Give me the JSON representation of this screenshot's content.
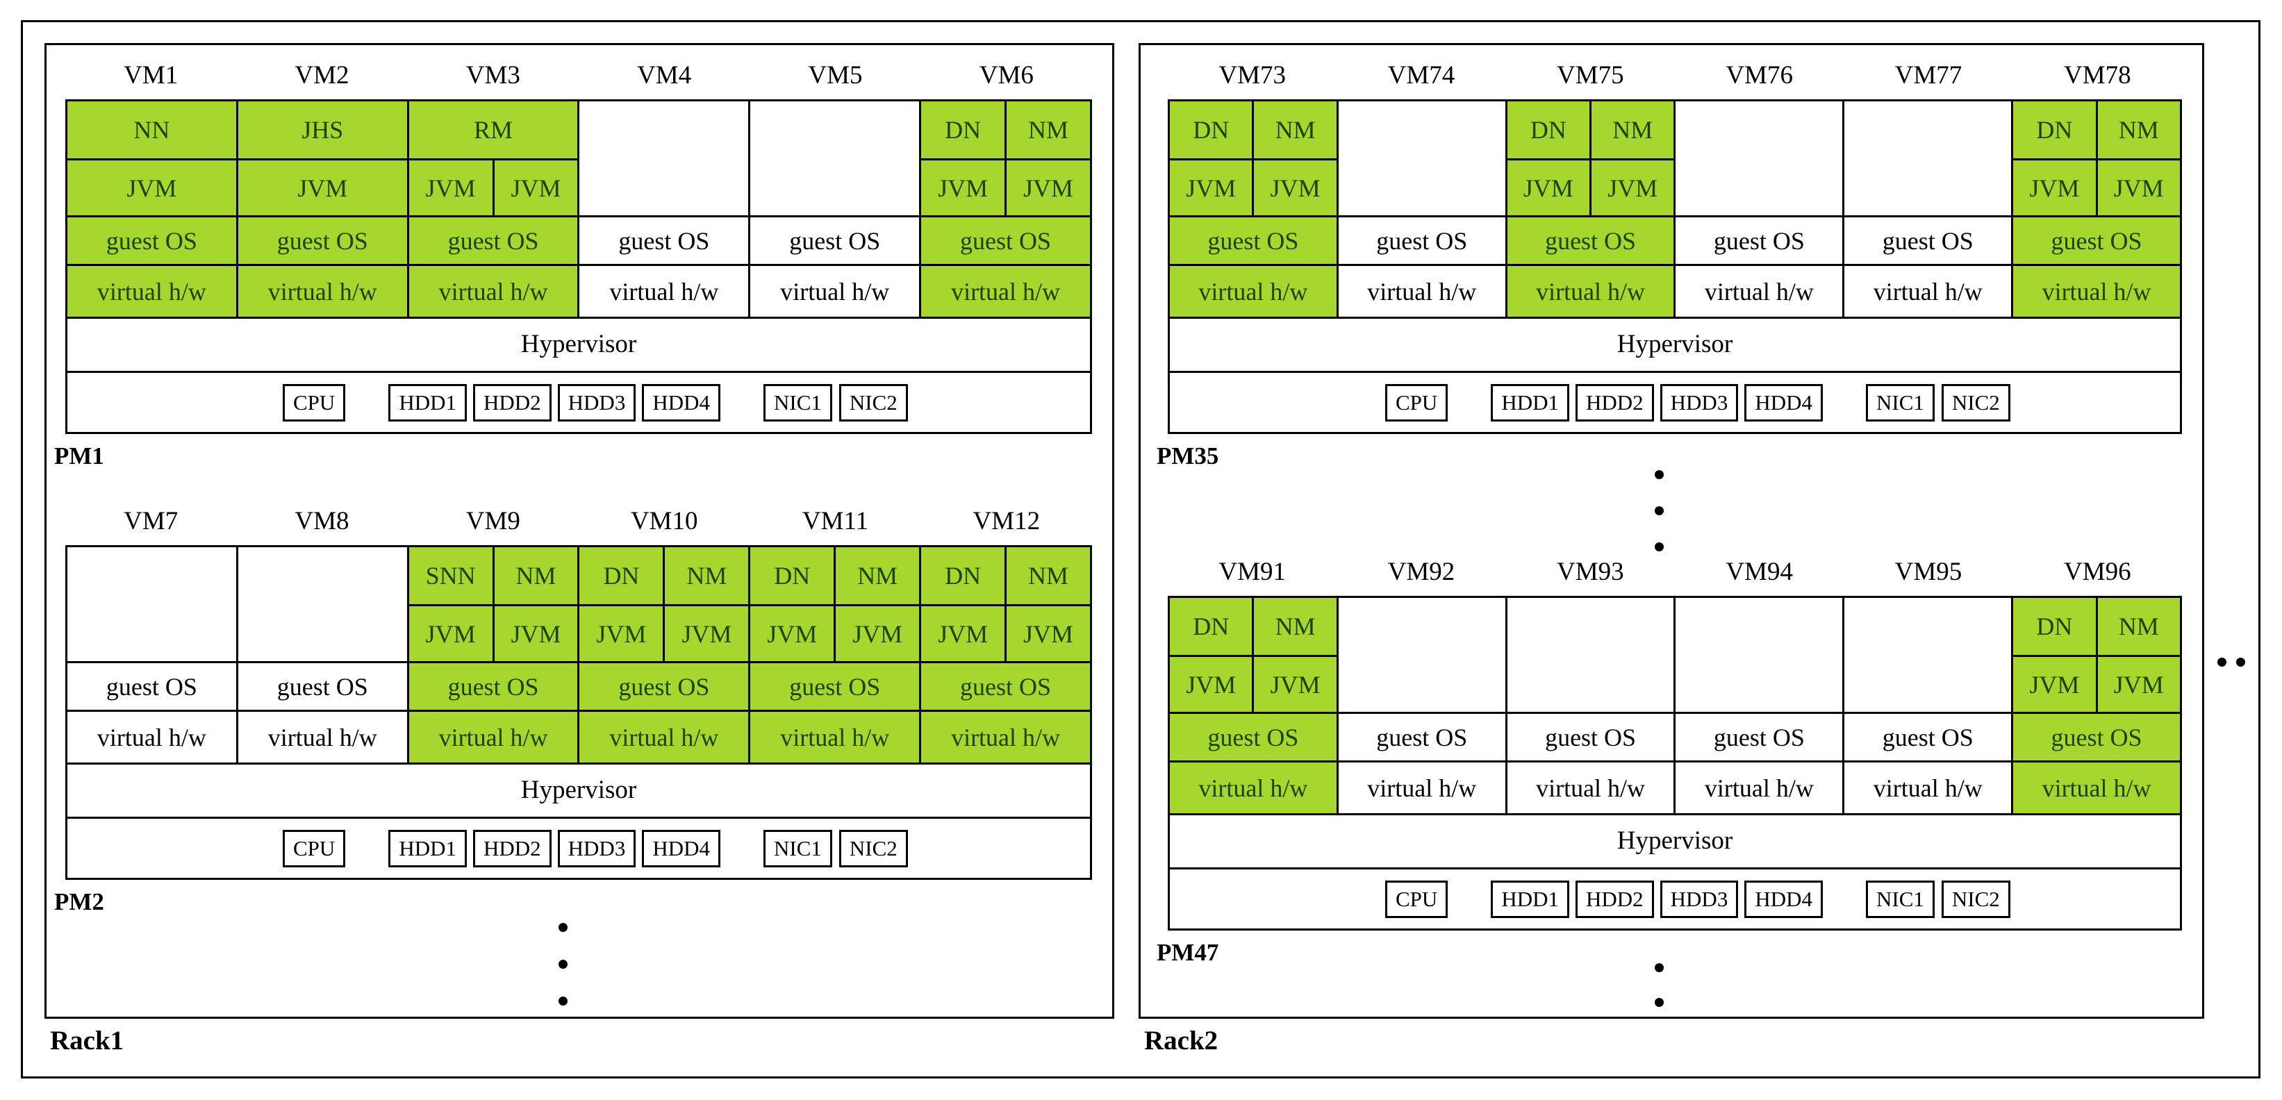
{
  "labels": {
    "guest_os": "guest OS",
    "virtual_hw": "virtual h/w",
    "hypervisor": "Hypervisor"
  },
  "hardware": [
    "CPU",
    "HDD1",
    "HDD2",
    "HDD3",
    "HDD4",
    "NIC1",
    "NIC2"
  ],
  "colors": {
    "vm_green": "#a6d72e",
    "vm_green_text": "#1c4300",
    "border": "#000000",
    "background": "#ffffff"
  },
  "ellipsis": {
    "more_racks_dots": 2
  },
  "racks": [
    {
      "label": "Rack1",
      "pms": [
        {
          "label": "PM1",
          "dots_after": 0,
          "vms": [
            {
              "name": "VM1",
              "active": true,
              "apps": [
                "NN"
              ],
              "jvms": [
                "JVM"
              ]
            },
            {
              "name": "VM2",
              "active": true,
              "apps": [
                "JHS"
              ],
              "jvms": [
                "JVM"
              ]
            },
            {
              "name": "VM3",
              "active": true,
              "apps": [
                "RM"
              ],
              "jvms": [
                "JVM",
                "JVM"
              ]
            },
            {
              "name": "VM4",
              "active": false,
              "apps": [],
              "jvms": []
            },
            {
              "name": "VM5",
              "active": false,
              "apps": [],
              "jvms": []
            },
            {
              "name": "VM6",
              "active": true,
              "apps": [
                "DN",
                "NM"
              ],
              "jvms": [
                "JVM",
                "JVM"
              ]
            }
          ]
        },
        {
          "label": "PM2",
          "dots_after": 3,
          "vms": [
            {
              "name": "VM7",
              "active": false,
              "apps": [],
              "jvms": []
            },
            {
              "name": "VM8",
              "active": false,
              "apps": [],
              "jvms": []
            },
            {
              "name": "VM9",
              "active": true,
              "apps": [
                "SNN",
                "NM"
              ],
              "jvms": [
                "JVM",
                "JVM"
              ]
            },
            {
              "name": "VM10",
              "active": true,
              "apps": [
                "DN",
                "NM"
              ],
              "jvms": [
                "JVM",
                "JVM"
              ]
            },
            {
              "name": "VM11",
              "active": true,
              "apps": [
                "DN",
                "NM"
              ],
              "jvms": [
                "JVM",
                "JVM"
              ]
            },
            {
              "name": "VM12",
              "active": true,
              "apps": [
                "DN",
                "NM"
              ],
              "jvms": [
                "JVM",
                "JVM"
              ]
            }
          ]
        }
      ]
    },
    {
      "label": "Rack2",
      "pms": [
        {
          "label": "PM35",
          "dots_after": 3,
          "vms": [
            {
              "name": "VM73",
              "active": true,
              "apps": [
                "DN",
                "NM"
              ],
              "jvms": [
                "JVM",
                "JVM"
              ]
            },
            {
              "name": "VM74",
              "active": false,
              "apps": [],
              "jvms": []
            },
            {
              "name": "VM75",
              "active": true,
              "apps": [
                "DN",
                "NM"
              ],
              "jvms": [
                "JVM",
                "JVM"
              ]
            },
            {
              "name": "VM76",
              "active": false,
              "apps": [],
              "jvms": []
            },
            {
              "name": "VM77",
              "active": false,
              "apps": [],
              "jvms": []
            },
            {
              "name": "VM78",
              "active": true,
              "apps": [
                "DN",
                "NM"
              ],
              "jvms": [
                "JVM",
                "JVM"
              ]
            }
          ]
        },
        {
          "label": "PM47",
          "dots_after": 2,
          "vms": [
            {
              "name": "VM91",
              "active": true,
              "apps": [
                "DN",
                "NM"
              ],
              "jvms": [
                "JVM",
                "JVM"
              ]
            },
            {
              "name": "VM92",
              "active": false,
              "apps": [],
              "jvms": []
            },
            {
              "name": "VM93",
              "active": false,
              "apps": [],
              "jvms": []
            },
            {
              "name": "VM94",
              "active": false,
              "apps": [],
              "jvms": []
            },
            {
              "name": "VM95",
              "active": false,
              "apps": [],
              "jvms": []
            },
            {
              "name": "VM96",
              "active": true,
              "apps": [
                "DN",
                "NM"
              ],
              "jvms": [
                "JVM",
                "JVM"
              ]
            }
          ]
        }
      ]
    }
  ]
}
